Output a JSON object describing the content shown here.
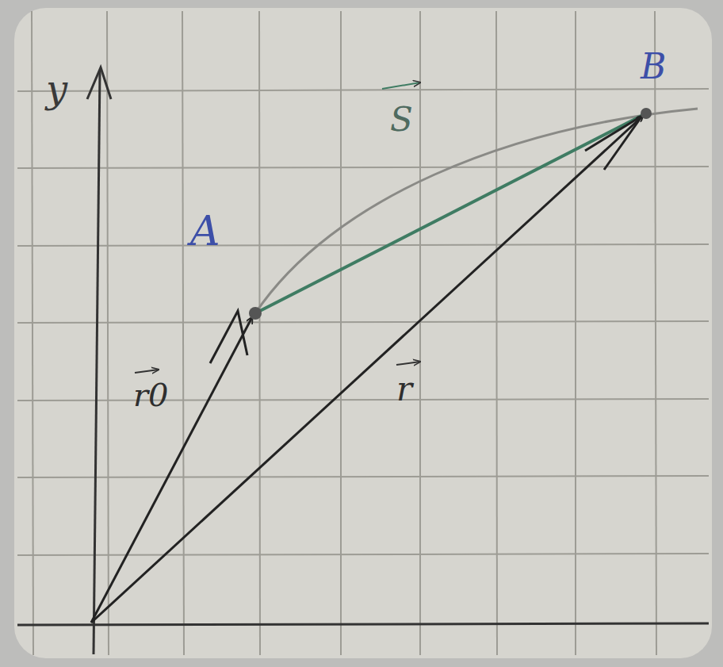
{
  "diagram": {
    "labels": [
      "y",
      "A",
      "S",
      "B",
      "r0",
      "r"
    ]
  }
}
